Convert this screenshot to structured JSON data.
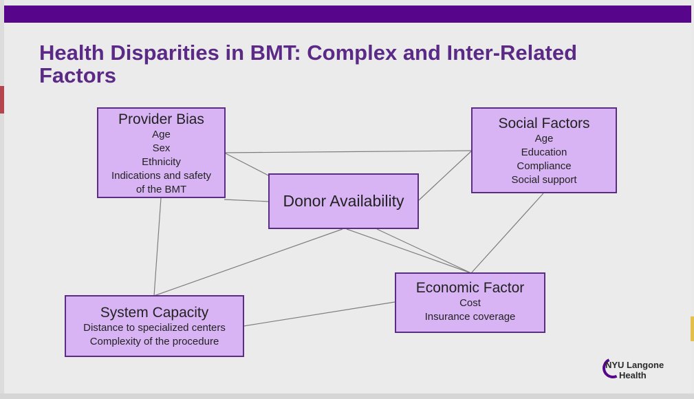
{
  "slide": {
    "title": "Health Disparities in BMT: Complex and Inter-Related Factors",
    "accent_color": "#57068c",
    "title_color": "#5b2a86",
    "box_fill": "#d8b4f4"
  },
  "nodes": {
    "provider_bias": {
      "title": "Provider Bias",
      "items": [
        "Age",
        "Sex",
        "Ethnicity",
        "Indications and safety",
        "of the BMT"
      ]
    },
    "social_factors": {
      "title": "Social Factors",
      "items": [
        "Age",
        "Education",
        "Compliance",
        "Social support"
      ]
    },
    "donor_availability": {
      "title": "Donor Availability"
    },
    "economic_factor": {
      "title": "Economic Factor",
      "items": [
        "Cost",
        "Insurance coverage"
      ]
    },
    "system_capacity": {
      "title": "System Capacity",
      "items": [
        "Distance to specialized centers",
        "Complexity of the procedure"
      ]
    }
  },
  "logo": {
    "line1": "NYU Langone",
    "line2": "Health"
  }
}
